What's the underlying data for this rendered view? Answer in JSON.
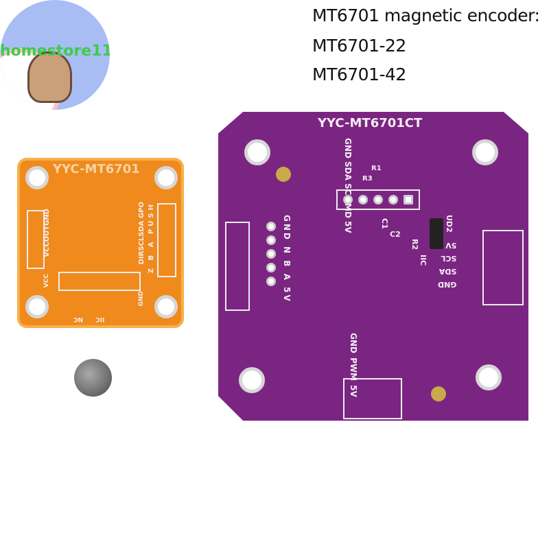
{
  "watermark": {
    "text": "homestore11"
  },
  "caption": {
    "line1": "MT6701 magnetic encoder:",
    "line2": "MT6701-22",
    "line3": "MT6701-42"
  },
  "purple_board": {
    "title": "YYC-MT6701CT",
    "top_pins": [
      "GND",
      "SDA",
      "SCL",
      "MD",
      "5V"
    ],
    "left_pins": "GND N B A 5V",
    "right_pins": [
      "5V",
      "SCL",
      "SDA",
      "GND"
    ],
    "bottom_pins": [
      "GND",
      "PWM",
      "5V"
    ],
    "components": [
      "R1",
      "R3",
      "C1",
      "C2",
      "R2",
      "UD2",
      "IIC"
    ],
    "color": "#7b2582"
  },
  "orange_board": {
    "title": "YYC-MT6701",
    "left_label": "VCCOUTGND",
    "right_label1": "DIRSCLSDA GPO",
    "right_label2": "Z B A PUSH",
    "vcc": "VCC",
    "gnd": "GND",
    "nc": "NC",
    "iic": "IIC",
    "color": "#f08a1c"
  }
}
